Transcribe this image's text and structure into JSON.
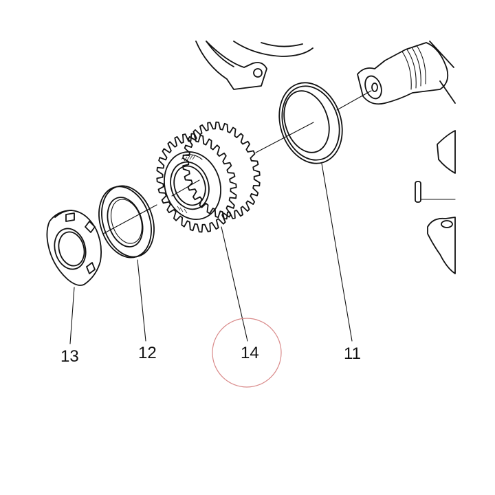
{
  "labels": {
    "nut": "13",
    "washer": "12",
    "gear": "14",
    "shim": "11"
  },
  "highlight": {
    "part": "14",
    "color": "#d98a8a"
  },
  "colors": {
    "line": "#111111",
    "background": "#ffffff"
  }
}
